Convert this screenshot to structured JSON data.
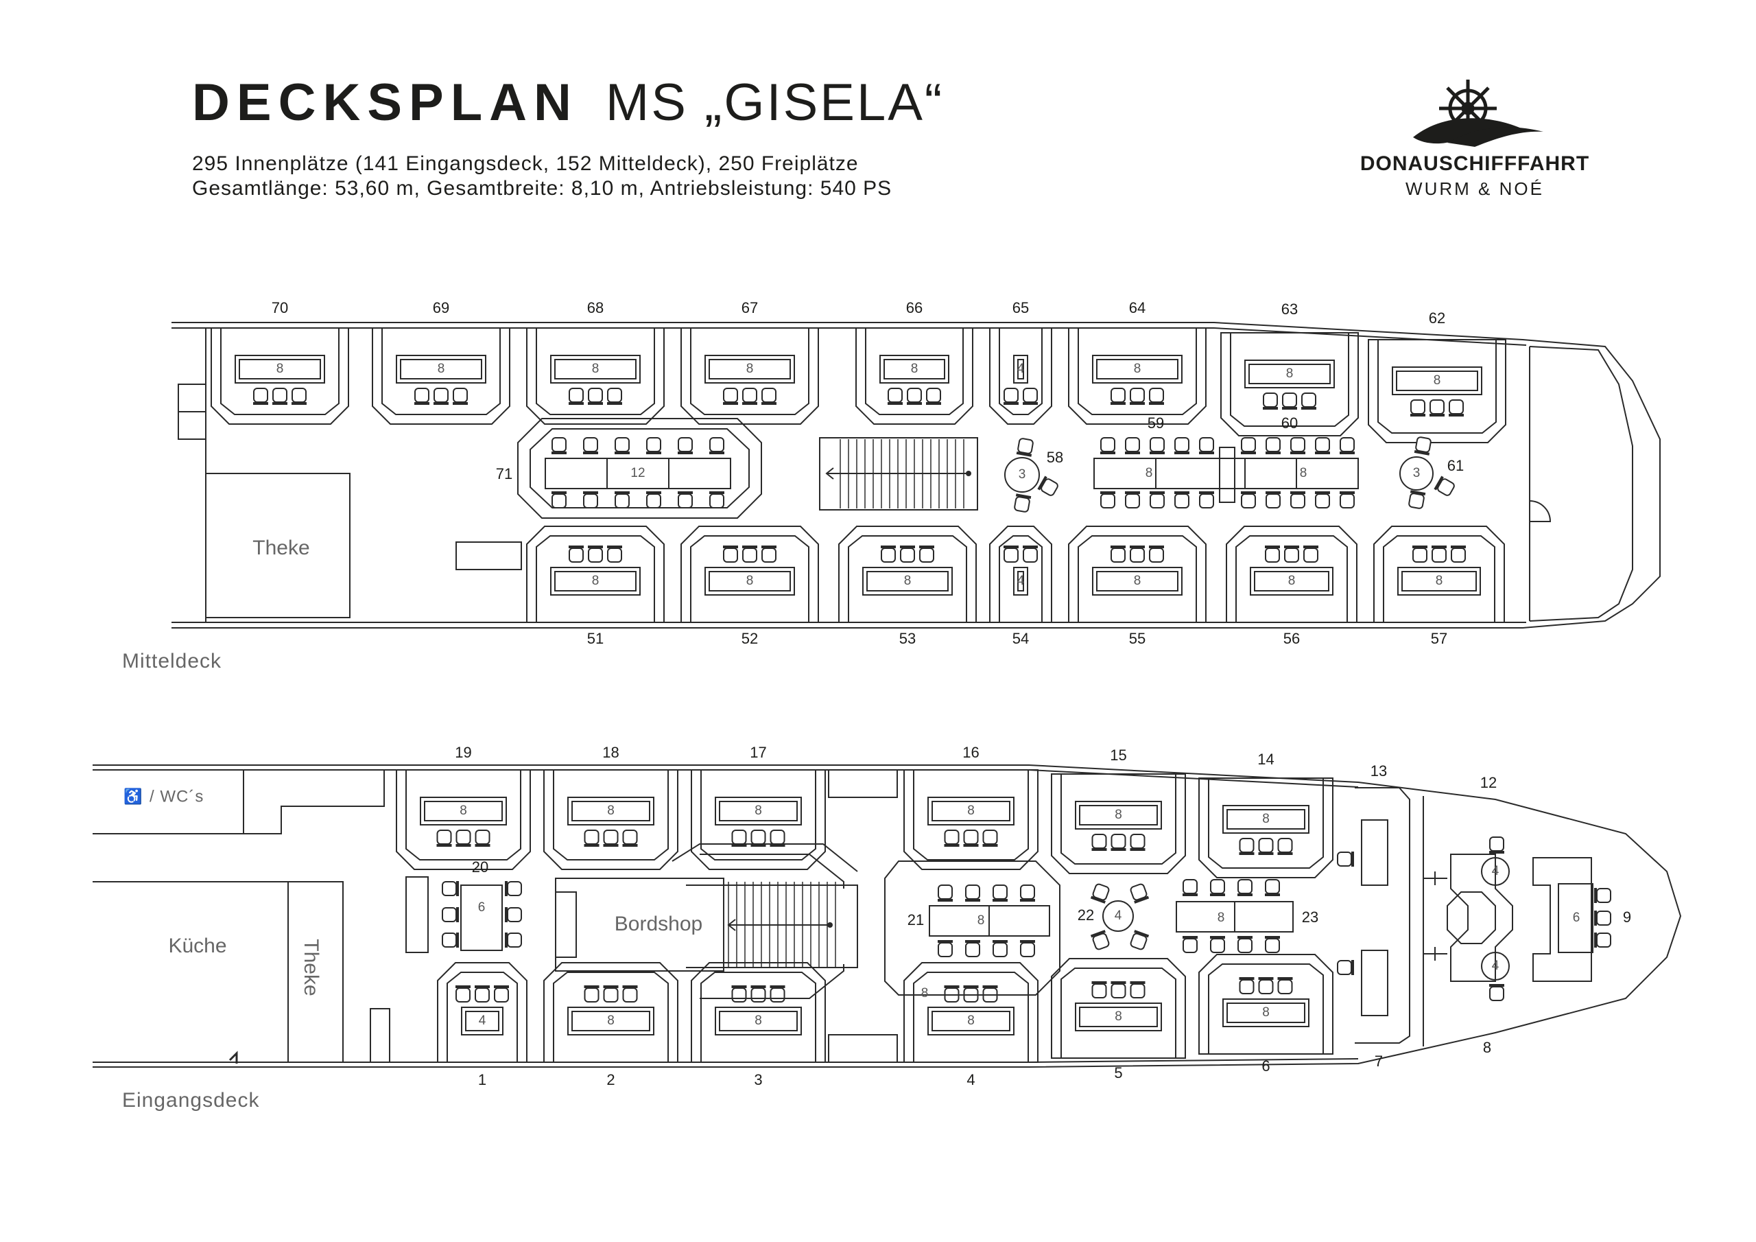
{
  "header": {
    "title_bold": "DECKSPLAN",
    "title_light": "MS „GISELA“",
    "line1": "295 Innenplätze (141 Eingangsdeck, 152 Mitteldeck), 250 Freiplätze",
    "line2": "Gesamtlänge: 53,60 m, Gesamtbreite: 8,10 m, Antriebsleistung: 540 PS"
  },
  "logo": {
    "line1": "DONAUSCHIFFFAHRT",
    "line2": "WURM & NOÉ",
    "icon": "ship-wheel-icon"
  },
  "mitteldeck": {
    "deck_label": "Mitteldeck",
    "theke": "Theke",
    "top_numbers": [
      "70",
      "69",
      "68",
      "67",
      "66",
      "65",
      "64",
      "63",
      "62"
    ],
    "top_seats": [
      "8",
      "8",
      "8",
      "8",
      "8",
      "4",
      "8",
      "8",
      "8"
    ],
    "bottom_numbers": [
      "51",
      "52",
      "53",
      "54",
      "55",
      "56",
      "57"
    ],
    "bottom_seats": [
      "8",
      "8",
      "8",
      "4",
      "8",
      "8",
      "8"
    ],
    "center": {
      "t71": {
        "number": "71",
        "seats": "12"
      },
      "t58": {
        "number": "58",
        "seats": "3"
      },
      "t59": {
        "number": "59",
        "seats": "8"
      },
      "t60": {
        "number": "60",
        "seats": "8"
      },
      "t61": {
        "number": "61",
        "seats": "3"
      }
    }
  },
  "eingangsdeck": {
    "deck_label": "Eingangsdeck",
    "kueche": "Küche",
    "theke": "Theke",
    "wc": "/ WC´s",
    "bordshop": "Bordshop",
    "top_numbers": [
      "19",
      "18",
      "17",
      "16",
      "15",
      "14",
      "13",
      "12"
    ],
    "top_seats": [
      "8",
      "8",
      "8",
      "8",
      "8",
      "8"
    ],
    "bottom_numbers": [
      "1",
      "2",
      "3",
      "4",
      "5",
      "6",
      "7",
      "8"
    ],
    "bottom_seats": [
      "4",
      "8",
      "8",
      "8",
      "8",
      "8"
    ],
    "center": {
      "t20": {
        "number": "20",
        "seats": "6"
      },
      "t21": {
        "number": "21",
        "seats": "8"
      },
      "t22": {
        "number": "22",
        "seats": "4"
      },
      "t23": {
        "number": "23",
        "seats": "8"
      },
      "t9": {
        "number": "9",
        "seats": "6"
      },
      "bow_top_seats": "4",
      "bow_bottom_seats": "4",
      "side_mark": "8"
    }
  }
}
